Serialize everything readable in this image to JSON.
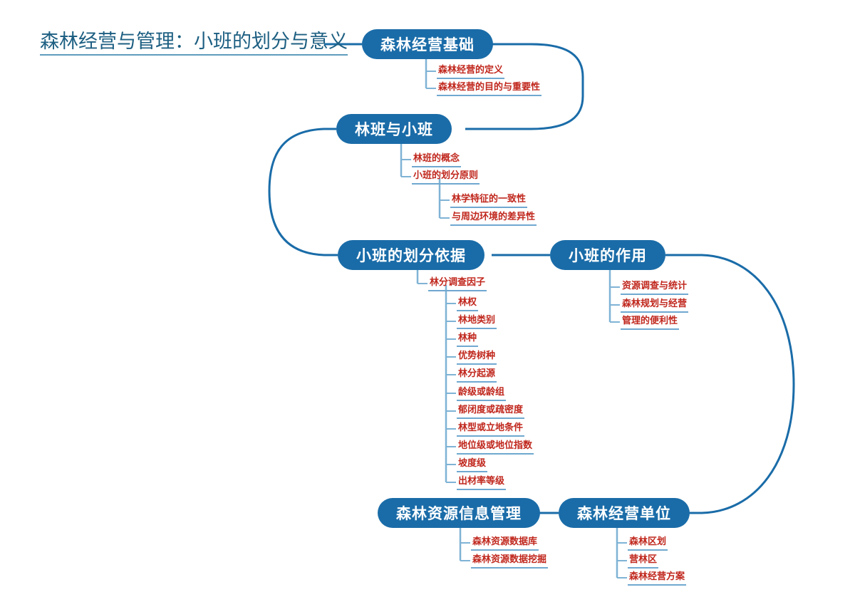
{
  "diagram": {
    "type": "mindmap",
    "title": "森林经营与管理：小班的划分与意义",
    "theme": {
      "node_fill": "#1a6ca8",
      "node_text": "#ffffff",
      "leaf_text": "#c0271d",
      "leaf_underline": "#6fa8d0",
      "connector": "#1a6ca8",
      "title_text": "#1d5f82",
      "background": "#ffffff"
    },
    "nodes": [
      {
        "id": "n1",
        "label": "森林经营基础",
        "children": [
          "森林经营的定义",
          "森林经营的目的与重要性"
        ]
      },
      {
        "id": "n2",
        "label": "林班与小班",
        "children": [
          "林班的概念",
          "小班的划分原则"
        ],
        "grandchildren": [
          "林学特征的一致性",
          "与周边环境的差异性"
        ]
      },
      {
        "id": "n3",
        "label": "小班的划分依据",
        "children": [
          "林分调查因子"
        ],
        "grandchildren": [
          "林权",
          "林地类别",
          "林种",
          "优势树种",
          "林分起源",
          "龄级或龄组",
          "郁闭度或疏密度",
          "林型或立地条件",
          "地位级或地位指数",
          "坡度级",
          "出材率等级"
        ]
      },
      {
        "id": "n4",
        "label": "小班的作用",
        "children": [
          "资源调查与统计",
          "森林规划与经营",
          "管理的便利性"
        ]
      },
      {
        "id": "n5",
        "label": "森林资源信息管理",
        "children": [
          "森林资源数据库",
          "森林资源数据挖掘"
        ]
      },
      {
        "id": "n6",
        "label": "森林经营单位",
        "children": [
          "森林区划",
          "营林区",
          "森林经营方案"
        ]
      }
    ]
  }
}
